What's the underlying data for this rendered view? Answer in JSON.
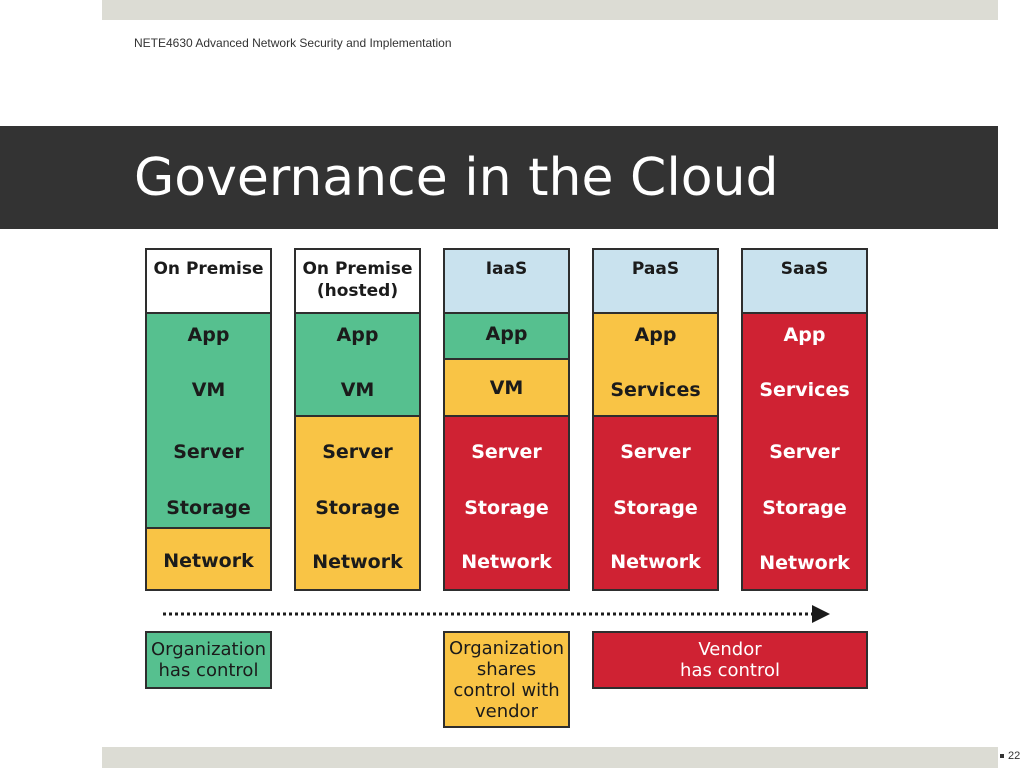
{
  "header": {
    "course": "NETE4630 Advanced Network Security and Implementation"
  },
  "slide": {
    "title": "Governance in the Cloud",
    "page_number": "22"
  },
  "columns": [
    {
      "header": "On Premise",
      "segments": [
        {
          "color": "green",
          "labels": [
            "App",
            "VM",
            "Server",
            "Storage"
          ]
        },
        {
          "color": "yellow",
          "labels": [
            "Network"
          ]
        }
      ]
    },
    {
      "header": "On Premise\n(hosted)",
      "segments": [
        {
          "color": "green",
          "labels": [
            "App",
            "VM"
          ]
        },
        {
          "color": "yellow",
          "labels": [
            "Server",
            "Storage",
            "Network"
          ]
        }
      ]
    },
    {
      "header": "IaaS",
      "segments": [
        {
          "color": "green",
          "labels": [
            "App"
          ]
        },
        {
          "color": "yellow",
          "labels": [
            "VM"
          ]
        },
        {
          "color": "red",
          "labels": [
            "Server",
            "Storage",
            "Network"
          ]
        }
      ]
    },
    {
      "header": "PaaS",
      "segments": [
        {
          "color": "yellow",
          "labels": [
            "App",
            "Services"
          ]
        },
        {
          "color": "red",
          "labels": [
            "Server",
            "Storage",
            "Network"
          ]
        }
      ]
    },
    {
      "header": "SaaS",
      "segments": [
        {
          "color": "red",
          "labels": [
            "App",
            "Services",
            "Server",
            "Storage",
            "Network"
          ]
        }
      ]
    }
  ],
  "legend": {
    "org_control": "Organization\nhas control",
    "shared_control": "Organization\nshares\ncontrol with\nvendor",
    "vendor_control": "Vendor\nhas control"
  },
  "colors": {
    "green": "#56c08f",
    "yellow": "#f9c445",
    "red": "#cf2233",
    "header_light": "#c9e2ee",
    "title_bar": "#333333"
  }
}
